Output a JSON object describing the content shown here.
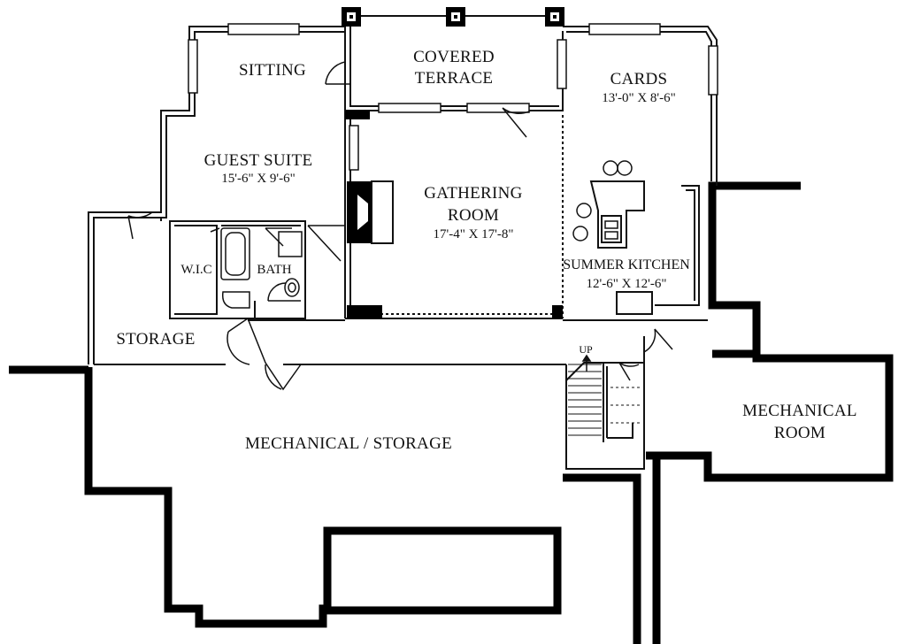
{
  "colors": {
    "wall": "#000000",
    "line": "#111111",
    "background": "#ffffff"
  },
  "rooms": {
    "sitting": {
      "name": "SITTING"
    },
    "covered_terrace": {
      "name_line1": "COVERED",
      "name_line2": "TERRACE"
    },
    "cards": {
      "name": "CARDS",
      "dimensions": "13'-0\" X 8'-6\""
    },
    "guest_suite": {
      "name": "GUEST SUITE",
      "dimensions": "15'-6\" X 9'-6\""
    },
    "gathering_room": {
      "name_line1": "GATHERING",
      "name_line2": "ROOM",
      "dimensions": "17'-4\" X 17'-8\""
    },
    "summer_kitchen": {
      "name": "SUMMER KITCHEN",
      "dimensions": "12'-6\" X 12'-6\""
    },
    "wic": {
      "name": "W.I.C"
    },
    "bath": {
      "name": "BATH"
    },
    "storage": {
      "name": "STORAGE"
    },
    "mechanical_storage": {
      "name": "MECHANICAL / STORAGE"
    },
    "mechanical_room": {
      "name_line1": "MECHANICAL",
      "name_line2": "ROOM"
    }
  },
  "stairs": {
    "label": "UP"
  }
}
